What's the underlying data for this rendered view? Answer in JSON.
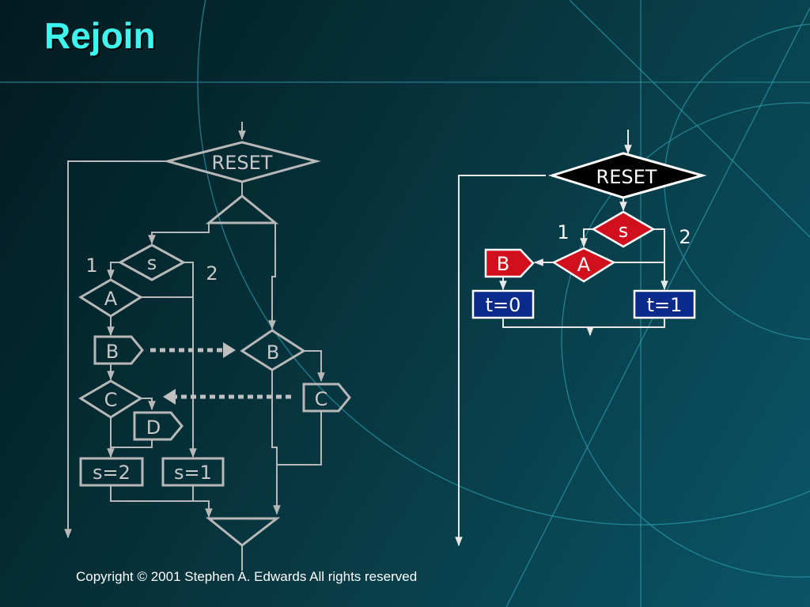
{
  "slide": {
    "title": "Rejoin",
    "copyright": "Copyright © 2001 Stephen A. Edwards  All rights reserved"
  },
  "left_diagram": {
    "reset": "RESET",
    "s_test": "s",
    "branch_1": "1",
    "branch_2": "2",
    "a_test": "A",
    "b_emit_left": "B",
    "b_test_right": "B",
    "c_test_left": "C",
    "c_emit_right": "C",
    "d_emit": "D",
    "assign_s2": "s=2",
    "assign_s1": "s=1"
  },
  "right_diagram": {
    "reset": "RESET",
    "s_test": "s",
    "branch_1": "1",
    "branch_2": "2",
    "a_test": "A",
    "b_emit": "B",
    "assign_t0": "t=0",
    "assign_t1": "t=1"
  },
  "colors": {
    "title": "#3ff6ef",
    "gray_outline": "#b8b8b8",
    "reset_fill": "#000000",
    "test_fill_red": "#d0101c",
    "assign_fill_blue": "#0a2a8c"
  }
}
